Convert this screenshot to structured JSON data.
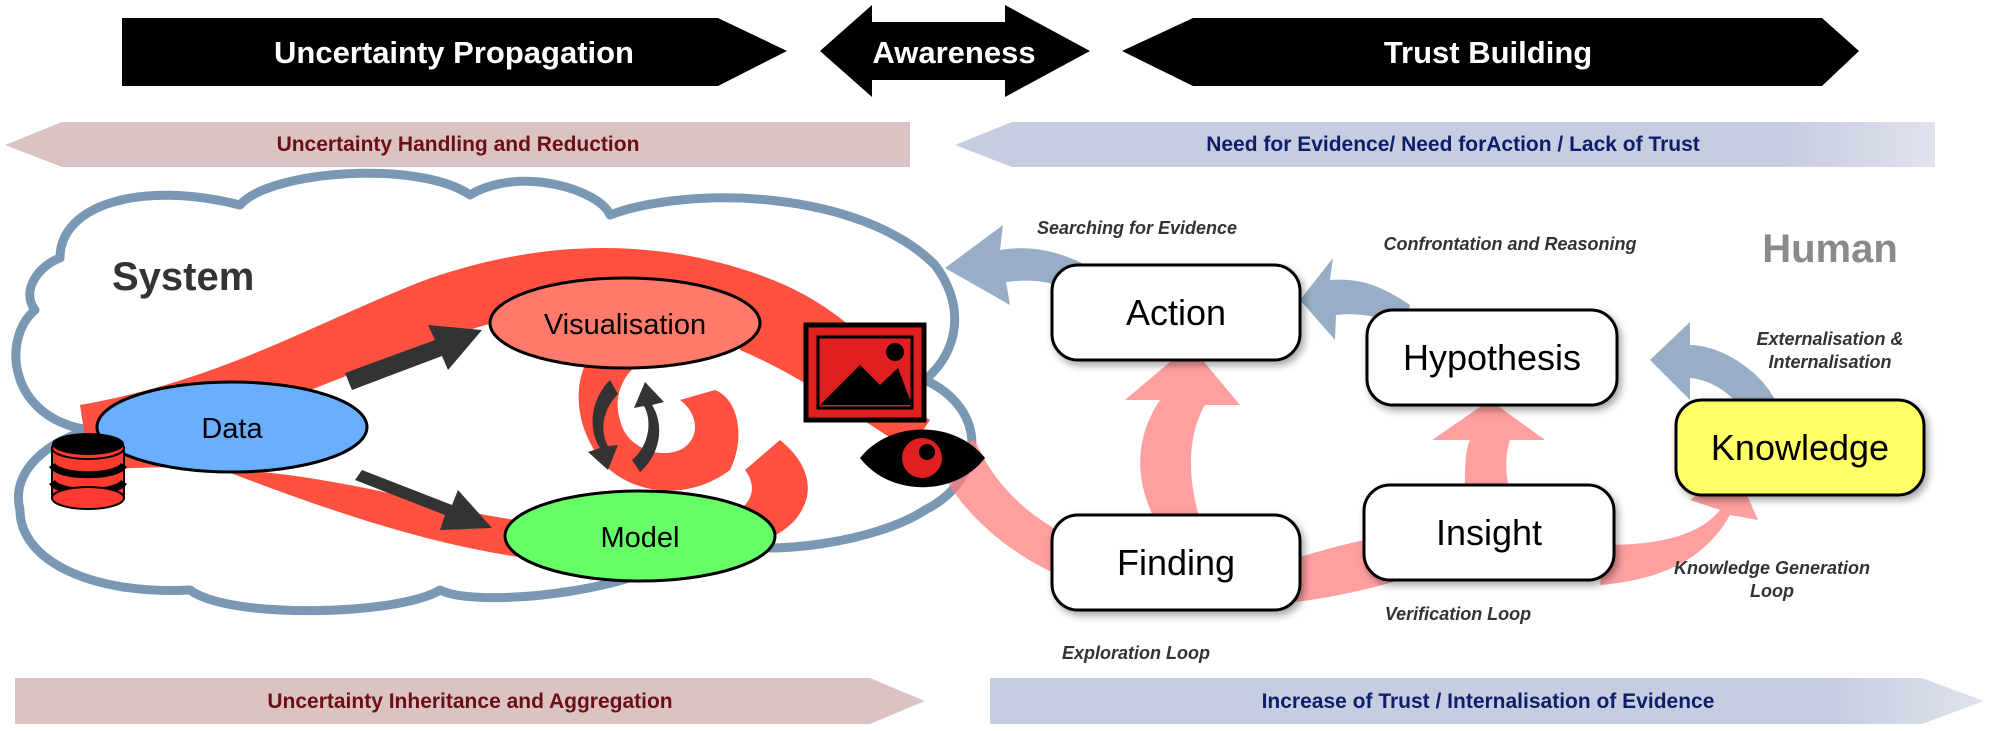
{
  "banners": {
    "left": "Uncertainty Propagation",
    "center": "Awareness",
    "right": "Trust Building"
  },
  "bands": {
    "top_left": "Uncertainty Handling and Reduction",
    "top_right": "Need for Evidence/ Need forAction / Lack of Trust",
    "bottom_left": "Uncertainty Inheritance and Aggregation",
    "bottom_right": "Increase of Trust / Internalisation of Evidence"
  },
  "system": {
    "label": "System",
    "data": "Data",
    "visualisation": "Visualisation",
    "model": "Model"
  },
  "human": {
    "label": "Human",
    "action": "Action",
    "hypothesis": "Hypothesis",
    "knowledge": "Knowledge",
    "finding": "Finding",
    "insight": "Insight"
  },
  "loops": {
    "searching": "Searching for Evidence",
    "confrontation": "Confrontation and Reasoning",
    "externalisation_1": "Externalisation &",
    "externalisation_2": "Internalisation",
    "knowledge_gen_1": "Knowledge Generation",
    "knowledge_gen_2": "Loop",
    "verification": "Verification Loop",
    "exploration": "Exploration Loop"
  },
  "colors": {
    "banner": "#000000",
    "band_left_fill": "#dcc3c3",
    "band_left_text": "#6b0f14",
    "band_right_fill": "#c7cde0",
    "band_right_text": "#0d1f6b",
    "pipeline_red": "#ff5040",
    "cloud_stroke": "#7a97b3",
    "data_fill": "#6aaeff",
    "vis_fill": "#ff7a6a",
    "model_fill": "#66ff66",
    "knowledge_fill": "#ffff66",
    "blue_arrow": "#97aec6",
    "pink_arrow": "#ff8080"
  },
  "icons": [
    "database-icon",
    "image-icon",
    "eye-icon",
    "cycle-arrows-icon"
  ]
}
